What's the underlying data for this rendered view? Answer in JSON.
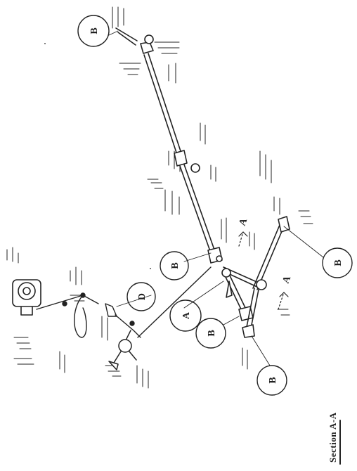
{
  "callouts": [
    {
      "id": "b1",
      "label": "B"
    },
    {
      "id": "b2",
      "label": "B"
    },
    {
      "id": "b3",
      "label": "B"
    },
    {
      "id": "b4",
      "label": "B"
    },
    {
      "id": "b5",
      "label": "B"
    },
    {
      "id": "a1",
      "label": "A"
    },
    {
      "id": "d1",
      "label": "D"
    }
  ],
  "section_caption": "Section A-A",
  "view_markers": [
    "A",
    "A"
  ]
}
